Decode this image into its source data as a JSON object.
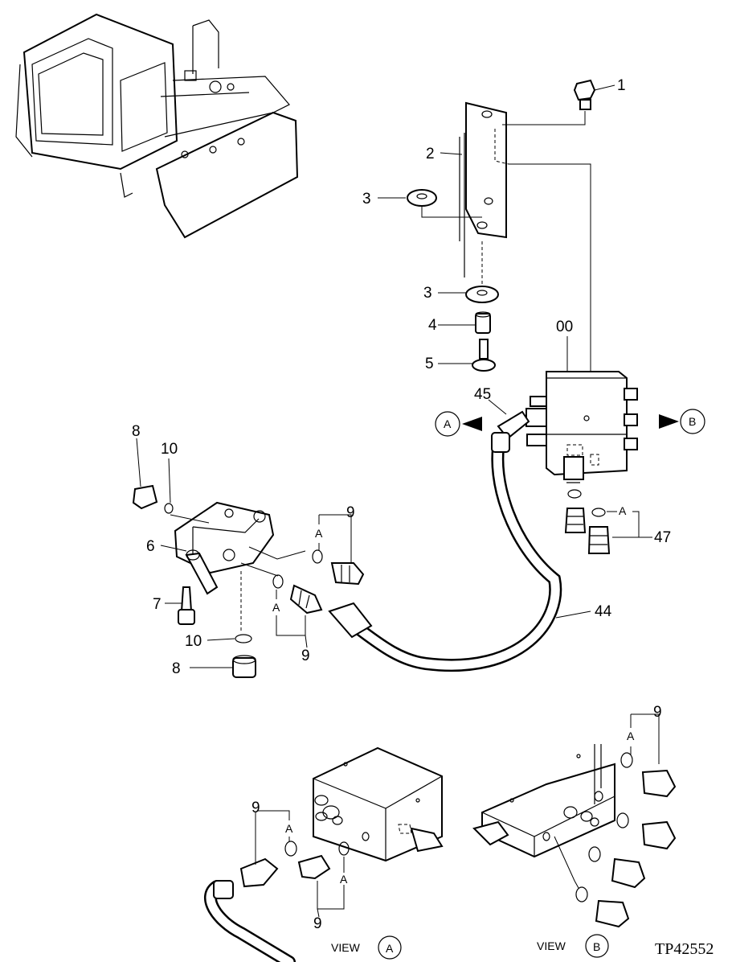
{
  "diagram": {
    "figure_code": "TP42552",
    "callouts": {
      "p1": "1",
      "p2": "2",
      "p3a": "3",
      "p3b": "3",
      "p4": "4",
      "p5": "5",
      "p00": "00",
      "p45": "45",
      "p44": "44",
      "p47": "47",
      "p8a": "8",
      "p8b": "8",
      "p10a": "10",
      "p10b": "10",
      "p6": "6",
      "p7": "7",
      "p9a": "9",
      "p9b": "9",
      "p9c": "9",
      "p9d": "9",
      "p9e": "9"
    },
    "view_markers": {
      "a": "A",
      "b": "B"
    },
    "seal_refs": {
      "a1": "A",
      "a2": "A",
      "a3": "A",
      "a4": "A",
      "a5": "A",
      "a6": "A"
    },
    "view_labels": {
      "a_text": "VIEW",
      "a_letter": "A",
      "b_text": "VIEW",
      "b_letter": "B"
    }
  }
}
